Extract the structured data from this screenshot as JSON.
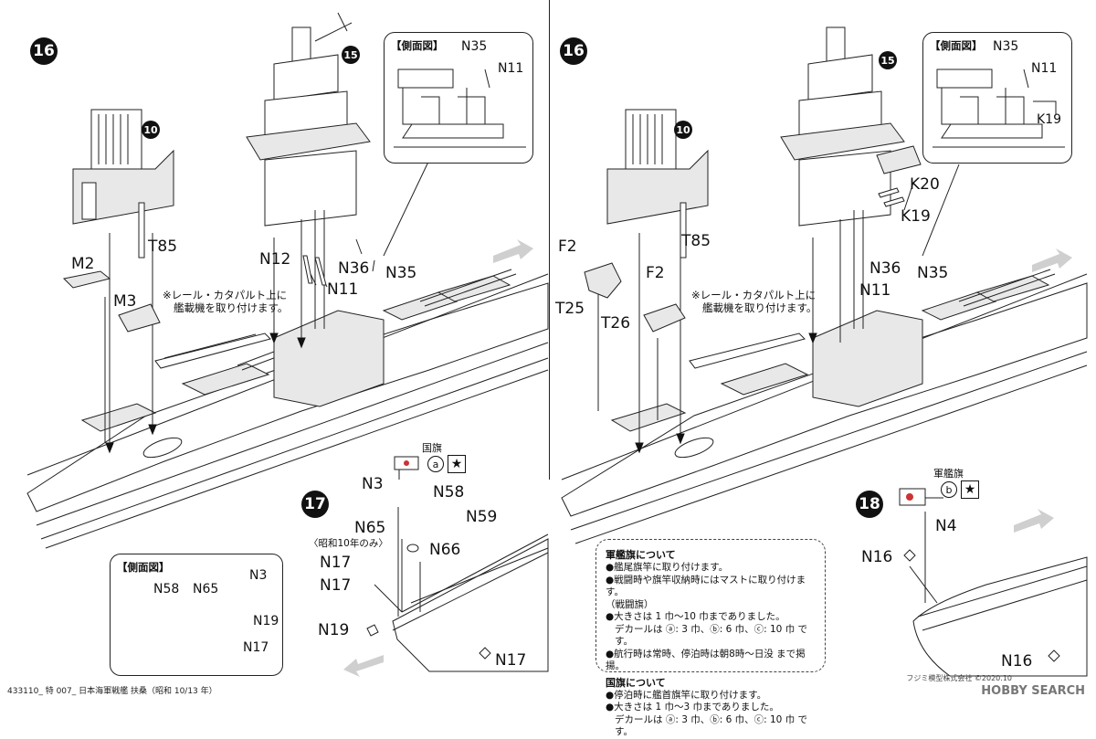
{
  "left_panel": {
    "step_number": "16",
    "ref_step_10": "10",
    "ref_step_15": "15",
    "parts": {
      "T85": "T85",
      "M2": "M2",
      "M3": "M3",
      "N12": "N12",
      "N36": "N36",
      "N35": "N35",
      "N11": "N11"
    },
    "note_line1": "※レール・カタパルト上に",
    "note_line2": "艦載機を取り付けます。",
    "side_view": {
      "title": "【側面図】",
      "N35": "N35",
      "N11": "N11"
    }
  },
  "right_panel": {
    "step_number": "16",
    "ref_step_10": "10",
    "ref_step_15": "15",
    "parts": {
      "F2a": "F2",
      "F2b": "F2",
      "T25": "T25",
      "T26": "T26",
      "T85": "T85",
      "K20": "K20",
      "K19": "K19",
      "N36": "N36",
      "N35": "N35",
      "N11": "N11"
    },
    "note_line1": "※レール・カタパルト上に",
    "note_line2": "艦載機を取り付けます。",
    "side_view": {
      "title": "【側面図】",
      "N35": "N35",
      "N11": "N11",
      "K19": "K19"
    }
  },
  "step17": {
    "step_number": "17",
    "flag_label": "国旗",
    "flag_option": "a",
    "star": "★",
    "era_note": "〈昭和10年のみ〉",
    "parts": {
      "N3": "N3",
      "N58": "N58",
      "N59": "N59",
      "N65": "N65",
      "N66": "N66",
      "N17a": "N17",
      "N17b": "N17",
      "N17c": "N17",
      "N19": "N19"
    },
    "side_view": {
      "title": "【側面図】",
      "N58": "N58",
      "N65": "N65",
      "N3": "N3",
      "N19": "N19",
      "N17": "N17"
    }
  },
  "step18": {
    "step_number": "18",
    "flag_label": "軍艦旗",
    "flag_option": "b",
    "star": "★",
    "parts": {
      "N4": "N4",
      "N16a": "N16",
      "N16b": "N16"
    }
  },
  "flag_notes": {
    "h1": "軍艦旗について",
    "l1": "●艦尾旗竿に取り付けます。",
    "l2": "●戦闘時や旗竿収納時にはマストに取り付けます。",
    "l3": "（戦闘旗）",
    "l4": "●大きさは 1 巾～10 巾までありました。",
    "l5": "デカールは ⓐ: 3 巾、ⓑ: 6 巾、ⓒ: 10 巾 です。",
    "l6": "●航行時は常時、停泊時は朝8時～日没 まで掲揚。",
    "h2": "国旗について",
    "l7": "●停泊時に艦首旗竿に取り付けます。",
    "l8": "●大きさは 1 巾～3 巾までありました。",
    "l9": "デカールは ⓐ: 3 巾、ⓑ: 6 巾、ⓒ: 10 巾 です。"
  },
  "footer": {
    "text": "433110_ 特 007_ 日本海軍戦艦 扶桑（昭和 10/13 年）",
    "copyright": "フジミ模型株式会社 ©2020.10",
    "watermark": "HOBBY SEARCH"
  }
}
